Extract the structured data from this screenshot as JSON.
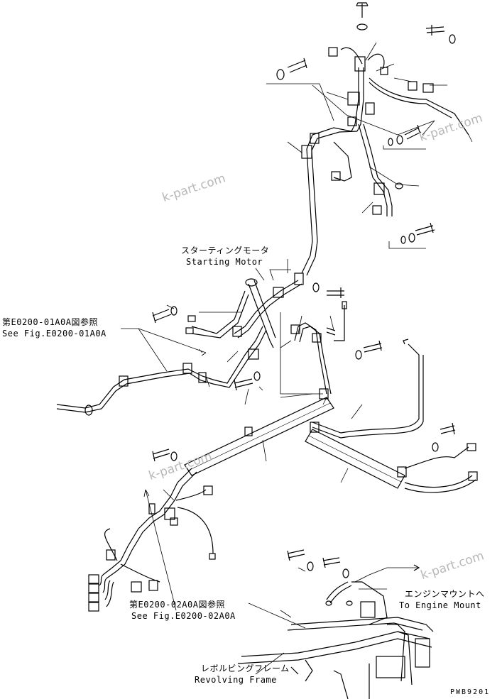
{
  "labels": {
    "starting_motor_jp": "スターティングモータ",
    "starting_motor_en": "Starting Motor",
    "see_fig_1_jp": "第E0200-01A0A図参照",
    "see_fig_1_en": "See Fig.E0200-01A0A",
    "see_fig_2_jp": "第E0200-02A0A図参照",
    "see_fig_2_en": "See Fig.E0200-02A0A",
    "engine_mount_jp": "エンジンマウントへ",
    "engine_mount_en": "To Engine Mount",
    "revolving_frame_jp": "レボルビングフレーム",
    "revolving_frame_en": "Revolving Frame"
  },
  "watermarks": [
    "k-part.com",
    "k-part.com",
    "k-part.com",
    "k-part.com"
  ],
  "drawing_code": "PWB9201"
}
